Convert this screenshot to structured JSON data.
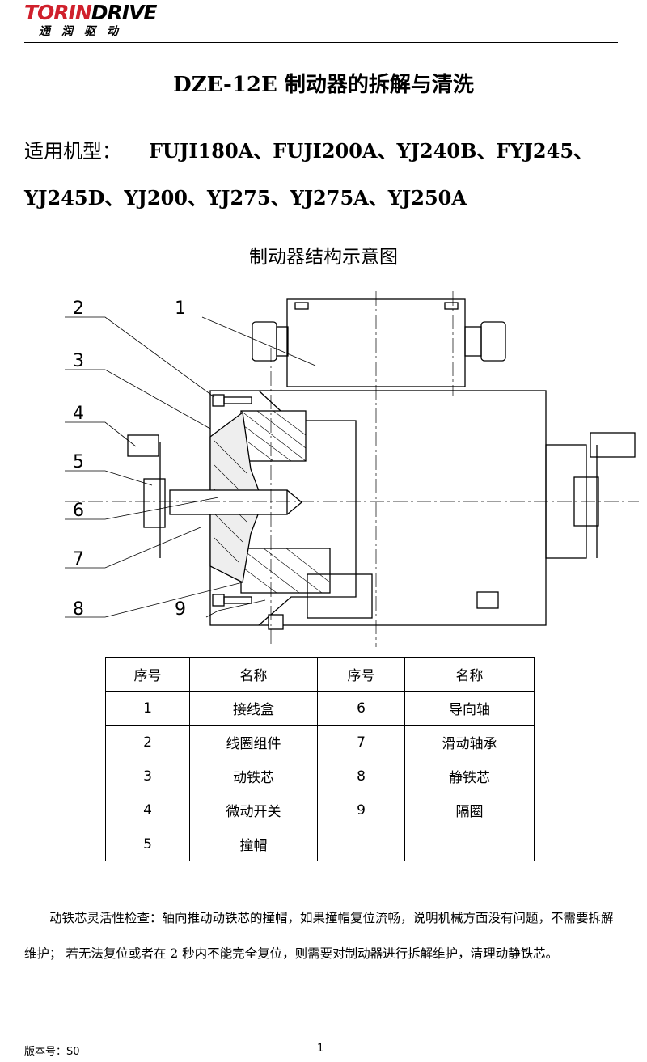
{
  "header": {
    "logo_part1": "TORIN",
    "logo_part2": "DRIVE",
    "logo_sub": "通润驱动"
  },
  "title": "DZE-12E 制动器的拆解与清洗",
  "models": {
    "label": "适用机型：",
    "line1": "FUJI180A、FUJI200A、YJ240B、FYJ245、",
    "line2": "YJ245D、YJ200、YJ275、YJ275A、YJ250A"
  },
  "diagram_caption": "制动器结构示意图",
  "diagram_callouts": [
    "2",
    "3",
    "4",
    "5",
    "6",
    "7",
    "8",
    "1",
    "9"
  ],
  "parts_table": {
    "headers": [
      "序号",
      "名称",
      "序号",
      "名称"
    ],
    "rows": [
      [
        "1",
        "接线盒",
        "6",
        "导向轴"
      ],
      [
        "2",
        "线圈组件",
        "7",
        "滑动轴承"
      ],
      [
        "3",
        "动铁芯",
        "8",
        "静铁芯"
      ],
      [
        "4",
        "微动开关",
        "9",
        "隔圈"
      ],
      [
        "5",
        "撞帽",
        "",
        ""
      ]
    ]
  },
  "paragraph": "动铁芯灵活性检查：轴向推动动铁芯的撞帽，如果撞帽复位流畅，说明机械方面没有问题，不需要拆解维护；  若无法复位或者在 2 秒内不能完全复位，则需要对制动器进行拆解维护，清理动静铁芯。",
  "footer": {
    "version": "版本号：S0",
    "page": "1"
  }
}
